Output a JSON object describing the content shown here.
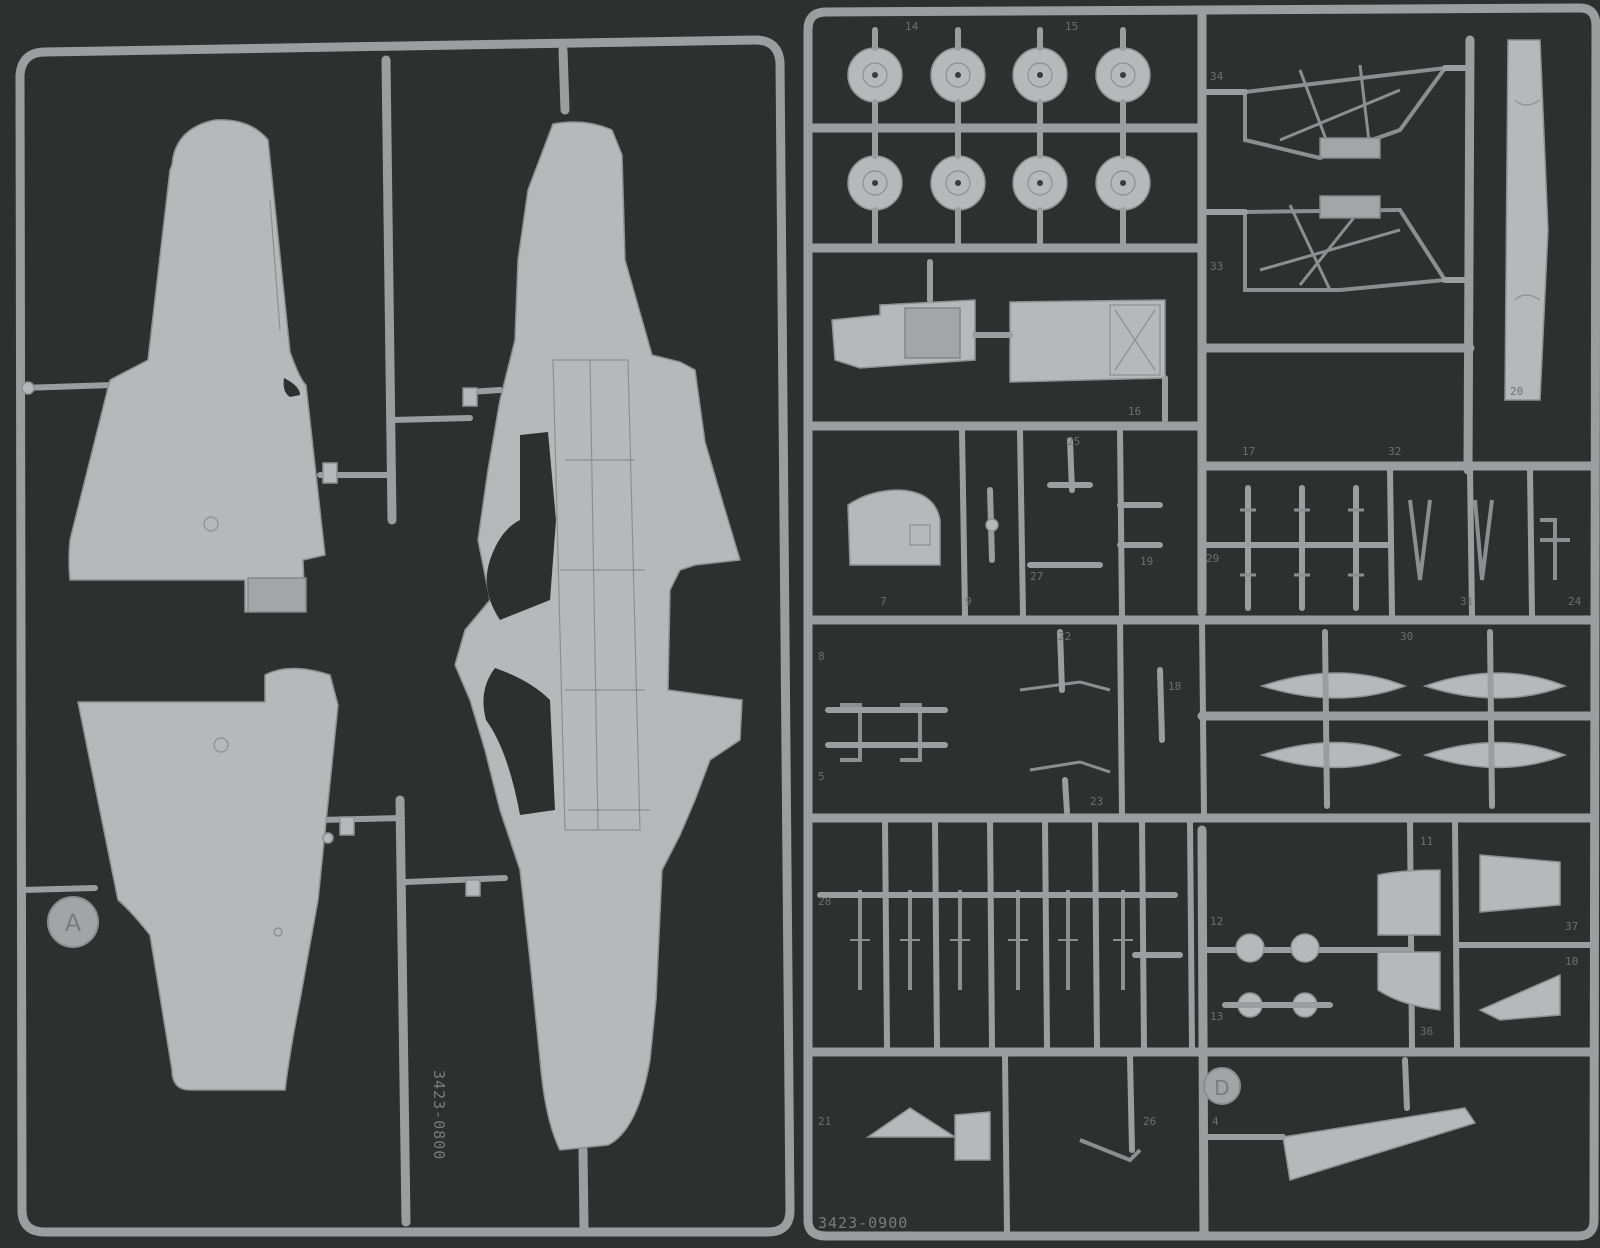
{
  "photo": {
    "subject": "model-kit-sprue-frames",
    "frames": [
      {
        "id": "frame-a",
        "letter": "A",
        "code": "3423-0800",
        "parts": [
          "upper-wing-left",
          "lower-wing-left",
          "lower-wing-center"
        ]
      },
      {
        "id": "frame-d",
        "letter": "D",
        "code": "3423-0900",
        "part_numbers": [
          "14",
          "15",
          "34",
          "33",
          "20",
          "16",
          "17",
          "32",
          "25",
          "7",
          "9",
          "27",
          "19",
          "29",
          "31",
          "24",
          "8",
          "22",
          "18",
          "30",
          "5",
          "23",
          "28",
          "12",
          "13",
          "11",
          "37",
          "10",
          "36",
          "21",
          "26",
          "4"
        ]
      }
    ],
    "colors": {
      "background": "#2e2f2f",
      "plastic": "#b7b8ba",
      "sprue": "#9c9d9f"
    }
  }
}
